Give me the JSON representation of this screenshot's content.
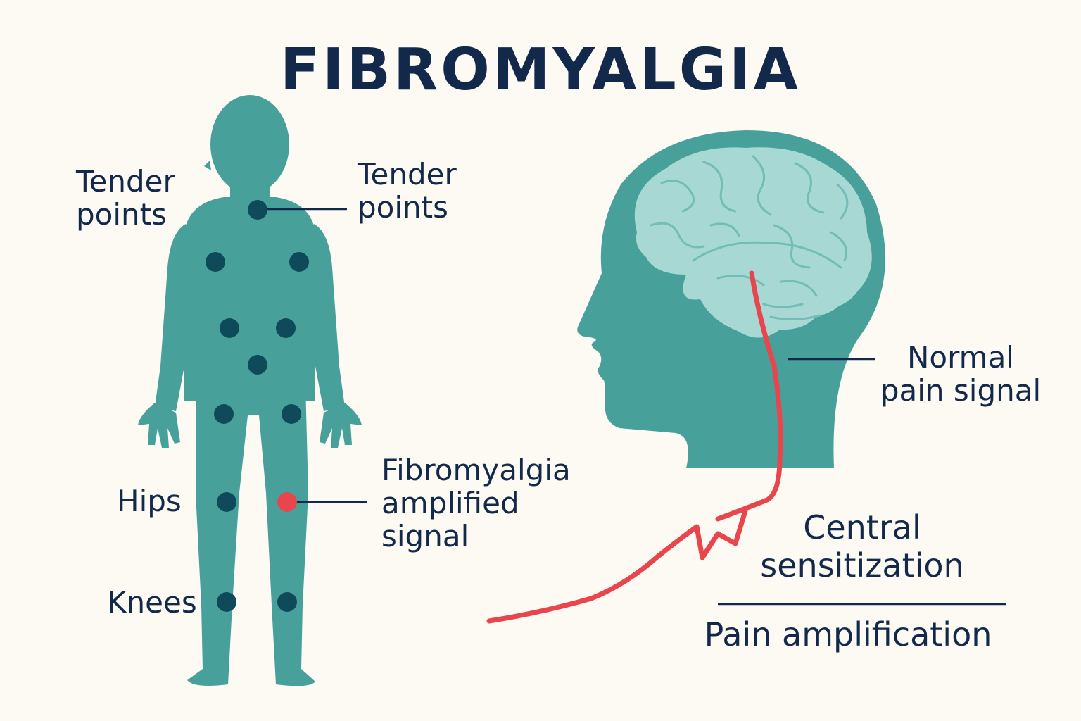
{
  "title": "FIBROMYALGIA",
  "colors": {
    "background": "#fcfaf2",
    "body": "#48a09b",
    "brain": "#a8d8d3",
    "brain_line": "#72bdb6",
    "tender_point": "#0e4a5a",
    "amplified_point": "#e8454d",
    "signal": "#e8454d",
    "text": "#13294b"
  },
  "labels": {
    "tender_left": [
      "Tender",
      "points"
    ],
    "tender_right": [
      "Tender",
      "points"
    ],
    "hips": "Hips",
    "knees": "Knees",
    "amplified": [
      "Fibromyalgia",
      "amplified",
      "signal"
    ],
    "normal_signal": [
      "Normal",
      "pain signal"
    ],
    "central": [
      "Central",
      "sensitization"
    ],
    "pain_amp": "Pain amplification"
  },
  "icons": {
    "body": "human-body-silhouette",
    "head": "head-profile-silhouette",
    "brain": "brain-icon",
    "signal": "pain-signal-path"
  }
}
